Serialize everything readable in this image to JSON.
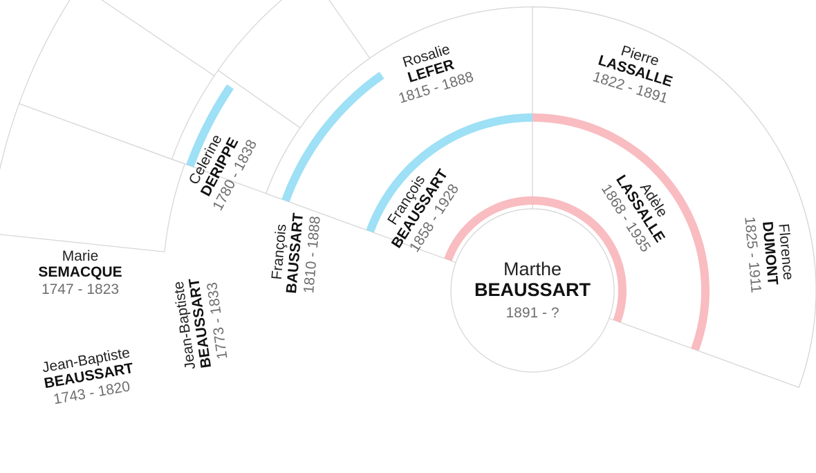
{
  "colors": {
    "male_line": "#9ee0f5",
    "female_line": "#f9bcc0",
    "cell_stroke": "#d4d4d4"
  },
  "root": {
    "given": "Marthe",
    "surname": "BEAUSSART",
    "dates": "1891 - ?",
    "sex": "F"
  },
  "ancestors": {
    "father": {
      "given": "François",
      "surname": "BEAUSSART",
      "dates": "1858 - 1928",
      "sex": "M"
    },
    "mother": {
      "given": "Adèle",
      "surname": "LASSALLE",
      "dates": "1868 - 1935",
      "sex": "F"
    },
    "ff": {
      "given": "François",
      "surname": "BAUSSART",
      "dates": "1810 - 1888",
      "sex": "M"
    },
    "fm": {
      "given": "Rosalie",
      "surname": "LEFER",
      "dates": "1815 - 1888",
      "sex": "F"
    },
    "mf": {
      "given": "Pierre",
      "surname": "LASSALLE",
      "dates": "1822 - 1891",
      "sex": "M"
    },
    "mm": {
      "given": "Florence",
      "surname": "DUMONT",
      "dates": "1825 - 1911",
      "sex": "F"
    },
    "fff": {
      "given": "Jean-Baptiste",
      "surname": "BEAUSSART",
      "dates": "1773 - 1833",
      "sex": "M"
    },
    "ffm": {
      "given": "Celerine",
      "surname": "DERIPPE",
      "dates": "1780 - 1838",
      "sex": "F"
    },
    "ffff": {
      "given": "Jean-Baptiste",
      "surname": "BEAUSSART",
      "dates": "1743 - 1820",
      "sex": "M"
    },
    "fffm": {
      "given": "Marie",
      "surname": "SEMACQUE",
      "dates": "1747 - 1823",
      "sex": "F"
    }
  }
}
